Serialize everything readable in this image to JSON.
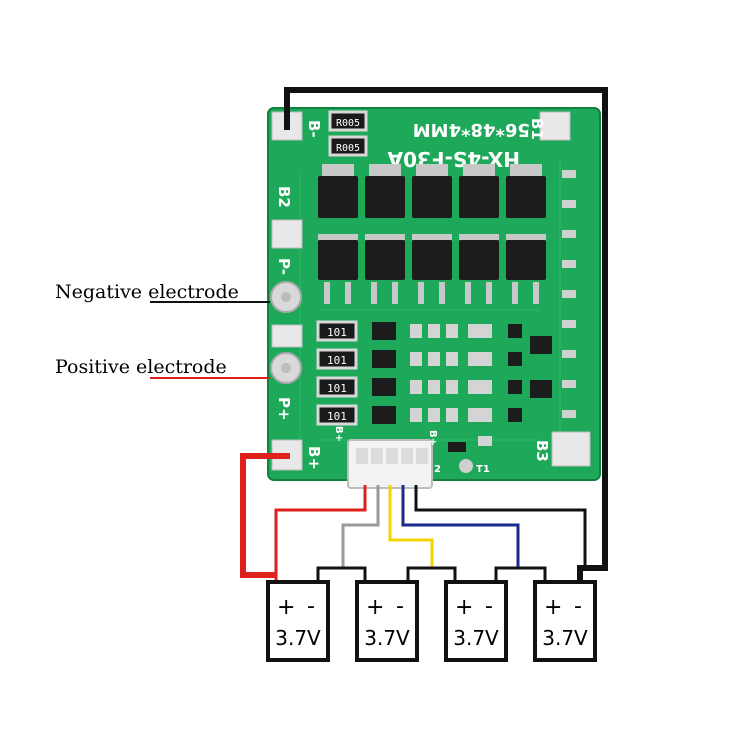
{
  "annotations": {
    "negative_label": "Negative electrode",
    "positive_label": "Positive electrode"
  },
  "board": {
    "model_line": "HX-4S-F30A",
    "size_line": "56*48*4MM",
    "pad_b_minus": "B-",
    "pad_b1": "B1",
    "pad_b2": "B2",
    "pad_b3": "B3",
    "pad_p_minus": "P-",
    "pad_p_plus": "P+",
    "pad_b_plus": "B+",
    "resistor_top_1": "R005",
    "resistor_top_2": "R005",
    "sense_resistor": "101",
    "connector_left": "B+",
    "connector_right": "B+",
    "connector_num": "2",
    "thermistor": "T1"
  },
  "cells": [
    {
      "plus": "+",
      "minus": "-",
      "voltage": "3.7V"
    },
    {
      "plus": "+",
      "minus": "-",
      "voltage": "3.7V"
    },
    {
      "plus": "+",
      "minus": "-",
      "voltage": "3.7V"
    },
    {
      "plus": "+",
      "minus": "-",
      "voltage": "3.7V"
    }
  ],
  "colors": {
    "pcb": "#1ea85a",
    "pcb_dark": "#158a46",
    "wire_red": "#e0201c",
    "wire_gray": "#9a9a9a",
    "wire_yellow": "#f2d400",
    "wire_blue": "#1a2a8c",
    "wire_black": "#111111"
  }
}
